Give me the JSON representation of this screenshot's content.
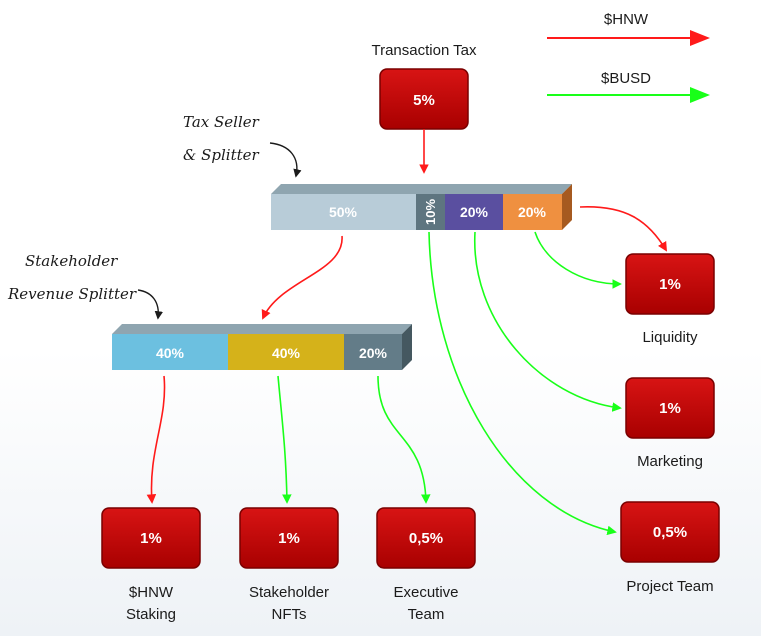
{
  "legend": {
    "hnw_label": "$HNW",
    "busd_label": "$BUSD",
    "hnw_color": "#ff1a1a",
    "busd_color": "#19ff19"
  },
  "transaction_tax": {
    "title": "Transaction Tax",
    "value": "5%"
  },
  "tax_splitter": {
    "label_line1": "Tax Seller",
    "label_line2": "& Splitter",
    "segments": [
      {
        "label": "50%",
        "color": "#b8ccd8"
      },
      {
        "label": "10%",
        "color": "#5e7580"
      },
      {
        "label": "20%",
        "color": "#5a4fa0"
      },
      {
        "label": "20%",
        "color": "#ef9040"
      }
    ]
  },
  "stakeholder_splitter": {
    "label_line1": "Stakeholder",
    "label_line2": "Revenue Splitter",
    "segments": [
      {
        "label": "40%",
        "color": "#6cc0e0"
      },
      {
        "label": "40%",
        "color": "#d5b21a"
      },
      {
        "label": "20%",
        "color": "#637c88"
      }
    ]
  },
  "outputs": {
    "liquidity": {
      "value": "1%",
      "label": "Liquidity"
    },
    "marketing": {
      "value": "1%",
      "label": "Marketing"
    },
    "project_team": {
      "value": "0,5%",
      "label": "Project Team"
    },
    "hnw_staking": {
      "value": "1%",
      "label_line1": "$HNW",
      "label_line2": "Staking"
    },
    "stakeholder_nfts": {
      "value": "1%",
      "label_line1": "Stakeholder",
      "label_line2": "NFTs"
    },
    "executive_team": {
      "value": "0,5%",
      "label_line1": "Executive",
      "label_line2": "Team"
    }
  },
  "box_color": "#c40000"
}
